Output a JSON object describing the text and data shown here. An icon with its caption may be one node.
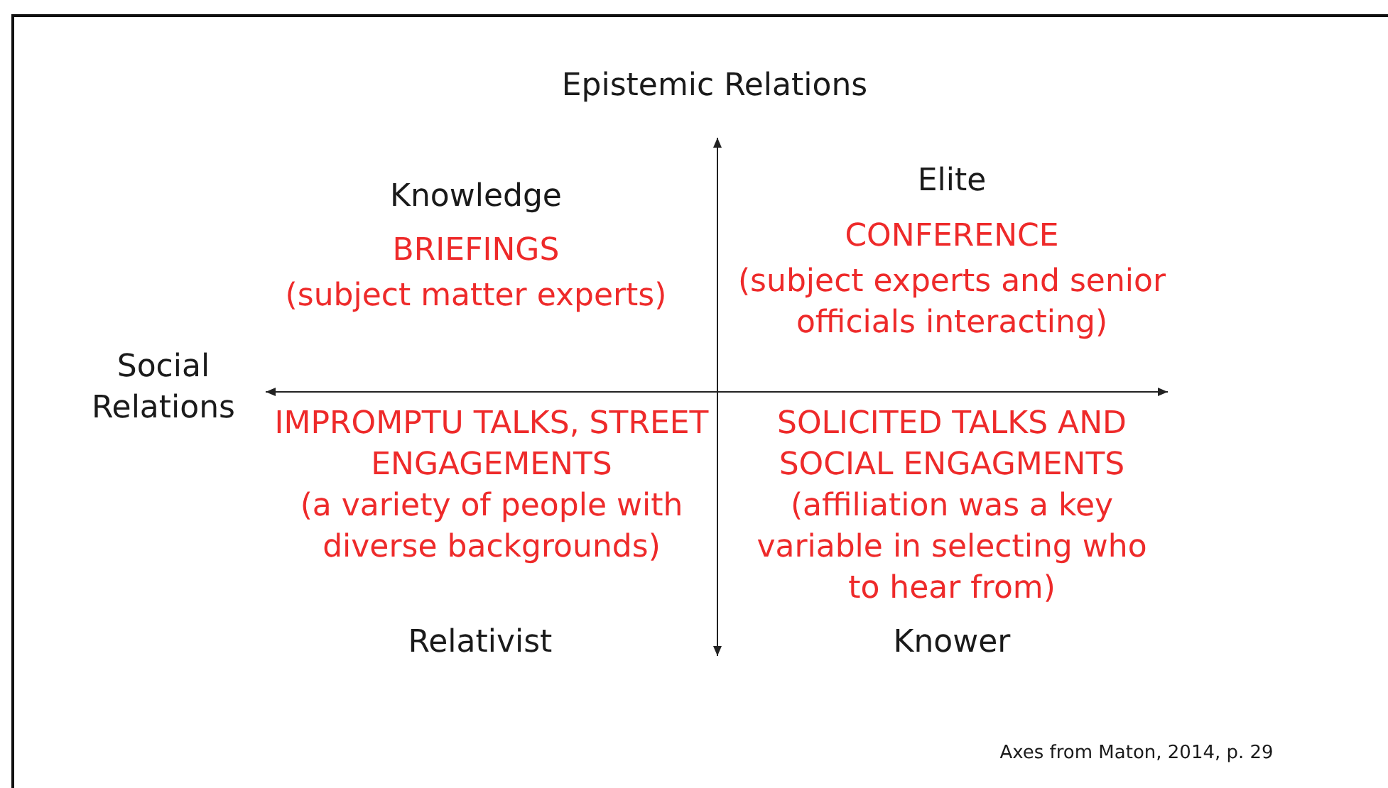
{
  "diagram": {
    "labels": [
      "Epistemic Relations",
      "Knowledge",
      "Elite",
      "BRIEFINGS",
      "CONFERENCE",
      "(subject matter experts)",
      "(subject experts and senior officials interacting)",
      "Social Relations",
      "IMPROMPTU TALKS, STREET ENGAGEMENTS",
      "SOLICITED TALKS AND SOCIAL ENGAGMENTS",
      "(a variety of people with diverse backgrounds)",
      "(affiliation was a key variable in selecting who to hear from)",
      "Relativist",
      "Knower",
      "Axes from Maton, 2014, p. 29"
    ]
  }
}
